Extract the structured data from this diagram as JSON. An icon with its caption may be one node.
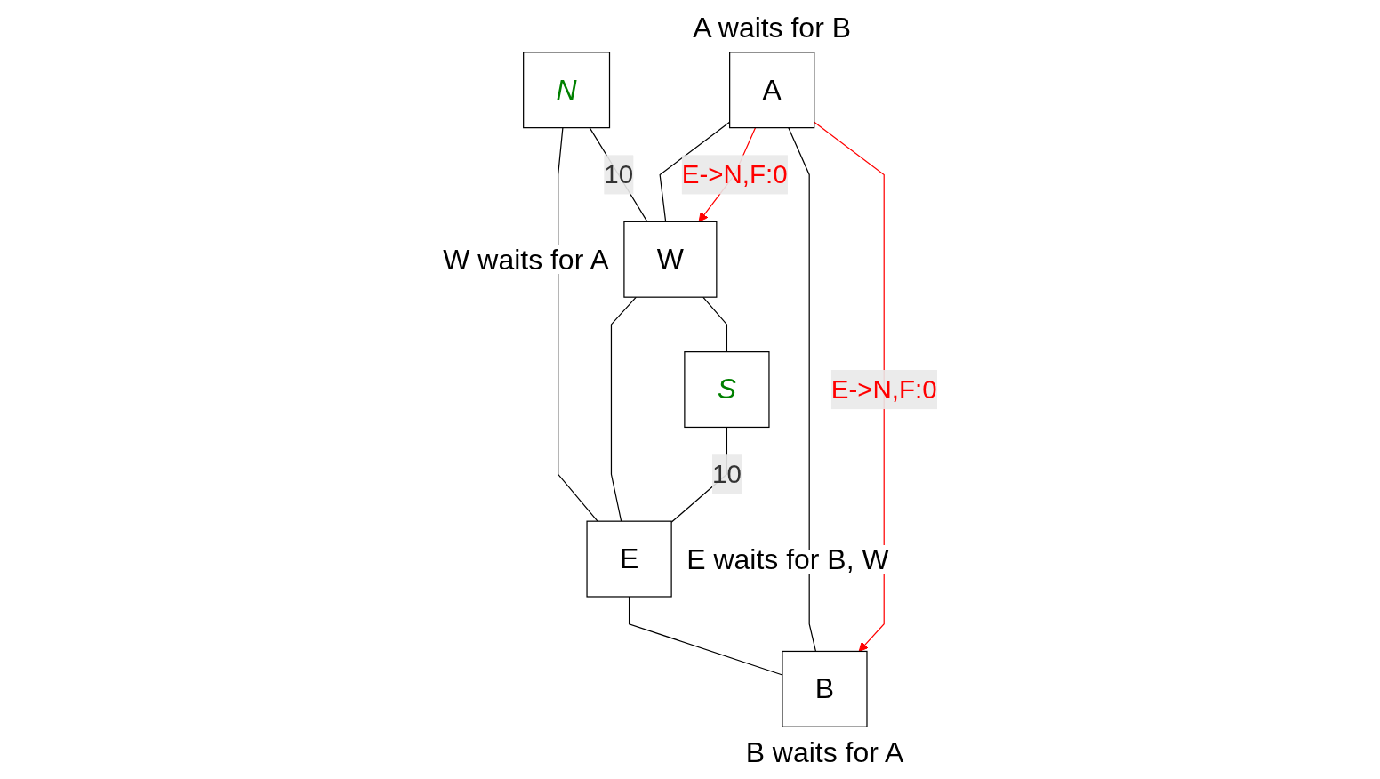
{
  "diagram": {
    "nodes": [
      {
        "text": [
          "N"
        ]
      },
      {
        "text": [
          "W"
        ],
        "beside": [
          "W waits for A"
        ]
      },
      {
        "text": [
          "E"
        ],
        "beside": [
          "E waits for B, W"
        ]
      },
      {
        "text": [
          "S"
        ]
      },
      {
        "text": [
          "A"
        ],
        "beside": [
          "A waits for B"
        ]
      },
      {
        "text": [
          "B"
        ],
        "beside": [
          "B waits for A"
        ]
      }
    ],
    "edges": [
      {
        "from": 0,
        "to": 1,
        "arrow": "none",
        "label": "10"
      },
      {
        "from": 0,
        "to": 2,
        "arrow": "none"
      },
      {
        "from": 1,
        "to": 2,
        "arrow": "none"
      },
      {
        "from": 1,
        "to": 3,
        "arrow": "none"
      },
      {
        "from": 3,
        "to": 2,
        "arrow": "none",
        "label": "10"
      },
      {
        "from": 2,
        "to": 5,
        "arrow": "none"
      },
      {
        "from": 4,
        "to": 1,
        "arrow": "none"
      },
      {
        "from": 4,
        "to": 5,
        "arrow": "none"
      },
      {
        "from": 4,
        "to": 1,
        "arrow": "to",
        "label": "E->N,F:0",
        "color": "#ff0000"
      },
      {
        "from": 4,
        "to": 5,
        "arrow": "to",
        "label": "E->N,F:0",
        "color": "#ff0000"
      }
    ]
  }
}
